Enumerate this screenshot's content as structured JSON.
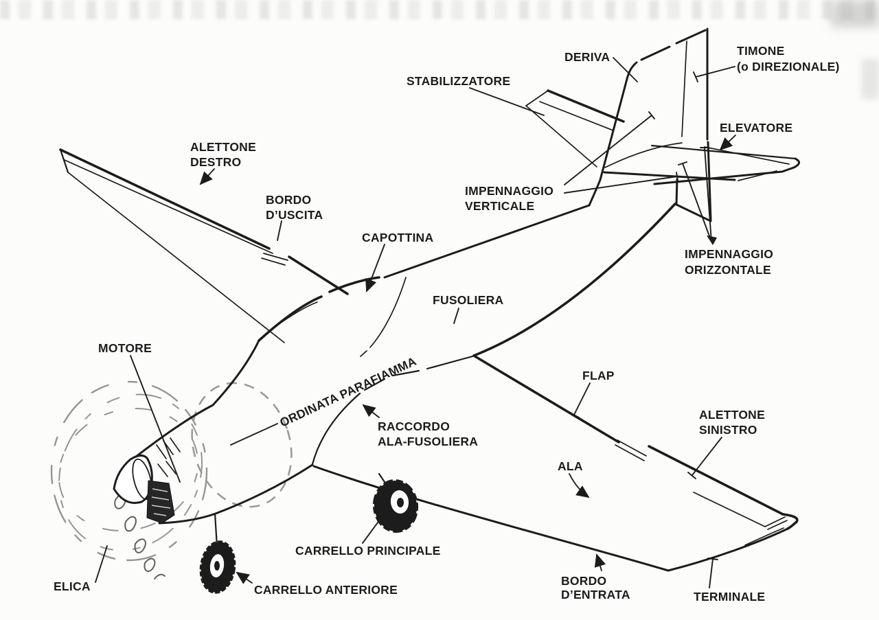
{
  "figure": {
    "kind": "aircraft-parts-line-diagram",
    "language": "Italian",
    "colors": {
      "ink": "#1c1c1c",
      "paper": "#fcfcfa",
      "ghost_gray": "#949494"
    }
  },
  "labels": {
    "deriva": {
      "text": "DERIVA"
    },
    "timone": {
      "line1": "TIMONE",
      "line2": "(o DIREZIONALE)"
    },
    "stabilizzatore": {
      "text": "STABILIZZATORE"
    },
    "elevatore": {
      "text": "ELEVATORE"
    },
    "alettone_destro": {
      "line1": "ALETTONE",
      "line2": "DESTRO"
    },
    "bordo_uscita": {
      "line1": "BORDO",
      "line2": "D’USCITA"
    },
    "capottina": {
      "text": "CAPOTTINA"
    },
    "impennaggio_verticale": {
      "line1": "IMPENNAGGIO",
      "line2": "VERTICALE"
    },
    "fusoliera": {
      "text": "FUSOLIERA"
    },
    "impennaggio_orizzontale": {
      "line1": "IMPENNAGGIO",
      "line2": "ORIZZONTALE"
    },
    "motore": {
      "text": "MOTORE"
    },
    "ordinata_parafiamma": {
      "text": "ORDINATA PARAFIAMMA"
    },
    "raccordo_ala_fusoliera": {
      "line1": "RACCORDO",
      "line2": "ALA-FUSOLIERA"
    },
    "flap": {
      "text": "FLAP"
    },
    "alettone_sinistro": {
      "line1": "ALETTONE",
      "line2": "SINISTRO"
    },
    "ala": {
      "text": "ALA"
    },
    "elica": {
      "text": "ELICA"
    },
    "carrello_principale": {
      "text": "CARRELLO PRINCIPALE"
    },
    "carrello_anteriore": {
      "text": "CARRELLO ANTERIORE"
    },
    "bordo_entrata": {
      "line1": "BORDO",
      "line2": "D’ENTRATA"
    },
    "terminale": {
      "text": "TERMINALE"
    }
  }
}
